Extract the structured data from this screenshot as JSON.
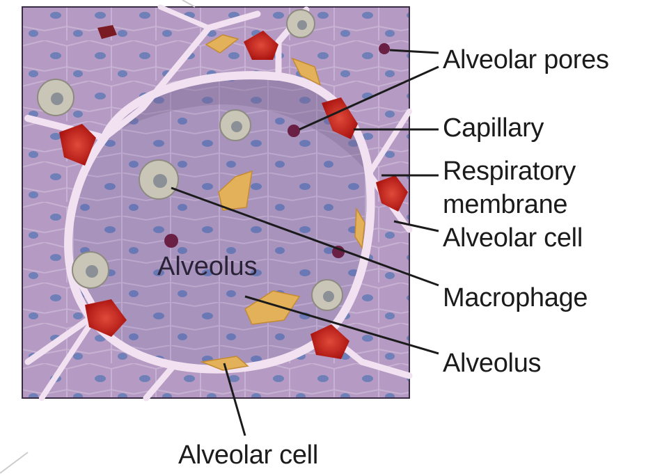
{
  "labels": {
    "alveolar_pores": "Alveolar pores",
    "capillary": "Capillary",
    "respiratory_line1": "Respiratory",
    "respiratory_line2": "membrane",
    "alveolar_cell_right": "Alveolar cell",
    "macrophage": "Macrophage",
    "alveolus_right": "Alveolus",
    "alveolar_cell_bottom": "Alveolar cell",
    "alveolus_inner": "Alveolus"
  },
  "colors": {
    "tissue": "#b496c0",
    "alveolus_interior": "#a48eba",
    "septum": "#f3e2f2",
    "capillary_red": "#c8201c",
    "macrophage_gray": "#c9c6b8",
    "alveolar_cell_yellow": "#e2b15a",
    "nucleus": "#6a79b6",
    "pore": "#6a1f44",
    "leader": "#1b1b1b"
  }
}
